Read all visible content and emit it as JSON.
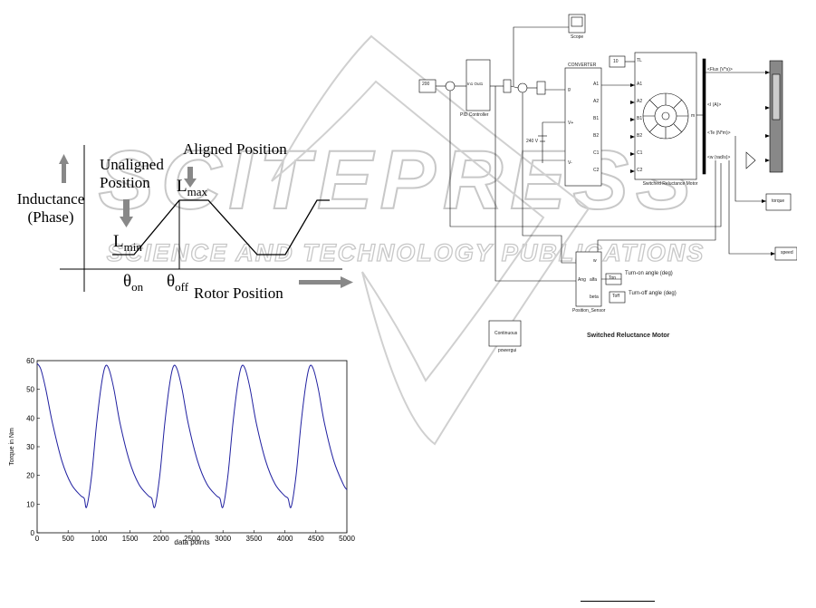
{
  "watermark": {
    "line1": "SCITEPRESS",
    "line2": "SCIENCE AND TECHNOLOGY PUBLICATIONS"
  },
  "inductance_profile": {
    "inductance_label": "Inductance\n(Phase)",
    "unaligned_label": "Unaligned\nPosition",
    "aligned_label": "Aligned Position",
    "lmax": {
      "base": "L",
      "sub": "max"
    },
    "lmin": {
      "base": "L",
      "sub": "min"
    },
    "theta_on": {
      "base": "θ",
      "sub": "on"
    },
    "theta_off": {
      "base": "θ",
      "sub": "off"
    },
    "rotor_label": "Rotor Position"
  },
  "chart_data": {
    "type": "line",
    "title": "",
    "xlabel": "data points",
    "ylabel": "Torque in Nm",
    "xlim": [
      0,
      5000
    ],
    "ylim": [
      0,
      60
    ],
    "xticks": [
      "0",
      "500",
      "1000",
      "1500",
      "2000",
      "2500",
      "3000",
      "3500",
      "4000",
      "4500",
      "5000"
    ],
    "yticks": [
      "0",
      "10",
      "20",
      "30",
      "40",
      "50",
      "60"
    ],
    "series": [
      {
        "color": "#2020a0",
        "x": [
          0,
          60,
          140,
          250,
          400,
          550,
          700,
          760,
          800,
          880,
          960,
          1040,
          1100,
          1160,
          1240,
          1340,
          1490,
          1640,
          1790,
          1850,
          1900,
          1980,
          2060,
          2140,
          2200,
          2260,
          2340,
          2440,
          2590,
          2740,
          2890,
          2950,
          3000,
          3080,
          3160,
          3240,
          3300,
          3360,
          3440,
          3540,
          3690,
          3840,
          3990,
          4050,
          4100,
          4180,
          4260,
          4340,
          4400,
          4460,
          4540,
          4640,
          4790,
          4940,
          5000
        ],
        "y": [
          59,
          57,
          50,
          38,
          25,
          17,
          13,
          12,
          9,
          20,
          38,
          52,
          58,
          57,
          50,
          38,
          25,
          17,
          13,
          12,
          9,
          20,
          38,
          52,
          58,
          57,
          50,
          38,
          25,
          17,
          13,
          12,
          9,
          20,
          38,
          52,
          58,
          57,
          50,
          38,
          25,
          17,
          13,
          12,
          9,
          20,
          38,
          52,
          58,
          57,
          50,
          38,
          25,
          17,
          15
        ]
      }
    ]
  },
  "simulink": {
    "scope": "Scope",
    "const_in": "200",
    "pid": "PID Controller",
    "pid_ports": "In1 Out1",
    "converter": "CONVERTER",
    "conv_ports_left": [
      "g",
      "V+",
      "V-"
    ],
    "conv_ports_right": [
      "A1",
      "A2",
      "B1",
      "B2",
      "C1",
      "C2"
    ],
    "dc_source": "240 V",
    "tl_const": "10",
    "motor_ports_left": [
      "TL",
      "A1",
      "A2",
      "B1",
      "B2",
      "C1",
      "C2"
    ],
    "motor_port_m": "m",
    "motor": "Switched Reluctance Motor",
    "bus_signals": [
      "<Flux (V*s)>",
      "<I (A)>",
      "<Te (N*m)>",
      "<w (rad/s)>"
    ],
    "torque": "torque",
    "speed": "speed",
    "sensor_ports": [
      "w",
      "Ang",
      "alfa",
      "beta"
    ],
    "sensor": "Position_Sensor",
    "ton": "Ton",
    "ton_label": "Turn-on angle (deg)",
    "toff": "Toff",
    "toff_label": "Turn-off angle (deg)",
    "title": "Switched Reluctance Motor",
    "powergui": "Continuous",
    "powergui_label": "powergui"
  }
}
